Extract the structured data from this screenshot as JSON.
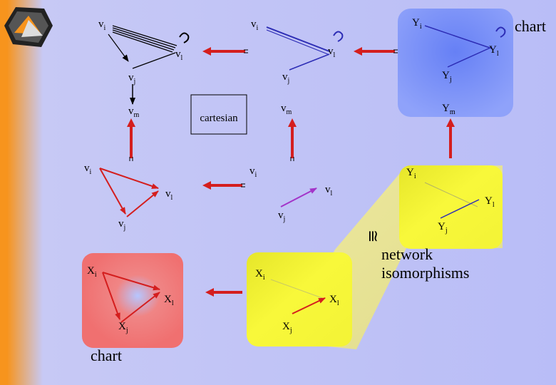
{
  "slide": {
    "chart_title": "chart",
    "chart_bottom": "chart",
    "cartesian": "cartesian",
    "iso_caption_line1": "network",
    "iso_caption_line2": "isomorphisms",
    "iso_symbol": "≅"
  },
  "graph_vertical": {
    "v_i": {
      "base": "v",
      "sub": "i"
    },
    "v_l": {
      "base": "v",
      "sub": "l"
    },
    "v_j": {
      "base": "v",
      "sub": "j"
    },
    "v_m": {
      "base": "v",
      "sub": "m"
    }
  },
  "graph_blue": {
    "v_i": {
      "base": "v",
      "sub": "i"
    },
    "v_l": {
      "base": "v",
      "sub": "l"
    },
    "v_j": {
      "base": "v",
      "sub": "j"
    },
    "v_m": {
      "base": "v",
      "sub": "m"
    }
  },
  "graph_Y_blue": {
    "Y_i": {
      "base": "Y",
      "sub": "i"
    },
    "Y_l": {
      "base": "Y",
      "sub": "l"
    },
    "Y_j": {
      "base": "Y",
      "sub": "j"
    },
    "Y_m": {
      "base": "Y",
      "sub": "m"
    }
  },
  "graph_red": {
    "v_i": {
      "base": "v",
      "sub": "i"
    },
    "v_l": {
      "base": "v",
      "sub": "l"
    },
    "v_j": {
      "base": "v",
      "sub": "j"
    }
  },
  "graph_purple": {
    "v_i": {
      "base": "v",
      "sub": "i"
    },
    "v_l": {
      "base": "v",
      "sub": "l"
    },
    "v_j": {
      "base": "v",
      "sub": "j"
    }
  },
  "graph_Y_yellow": {
    "Y_i": {
      "base": "Y",
      "sub": "i"
    },
    "Y_l": {
      "base": "Y",
      "sub": "l"
    },
    "Y_j": {
      "base": "Y",
      "sub": "j"
    }
  },
  "graph_X_pink": {
    "X_i": {
      "base": "X",
      "sub": "i"
    },
    "X_l": {
      "base": "X",
      "sub": "l"
    },
    "X_j": {
      "base": "X",
      "sub": "j"
    }
  },
  "graph_X_yellow": {
    "X_i": {
      "base": "X",
      "sub": "i"
    },
    "X_l": {
      "base": "X",
      "sub": "l"
    },
    "X_j": {
      "base": "X",
      "sub": "j"
    }
  },
  "colors": {
    "orange_strip": "#f7941d",
    "background": "#b9bdf7",
    "arrow_red": "#d41e1e",
    "arrow_blue": "#2d2db5",
    "arrow_purple": "#a334c8",
    "panel_blue": "#7e93f7",
    "panel_yellow": "#f2f230",
    "panel_pink": "#f08080"
  }
}
